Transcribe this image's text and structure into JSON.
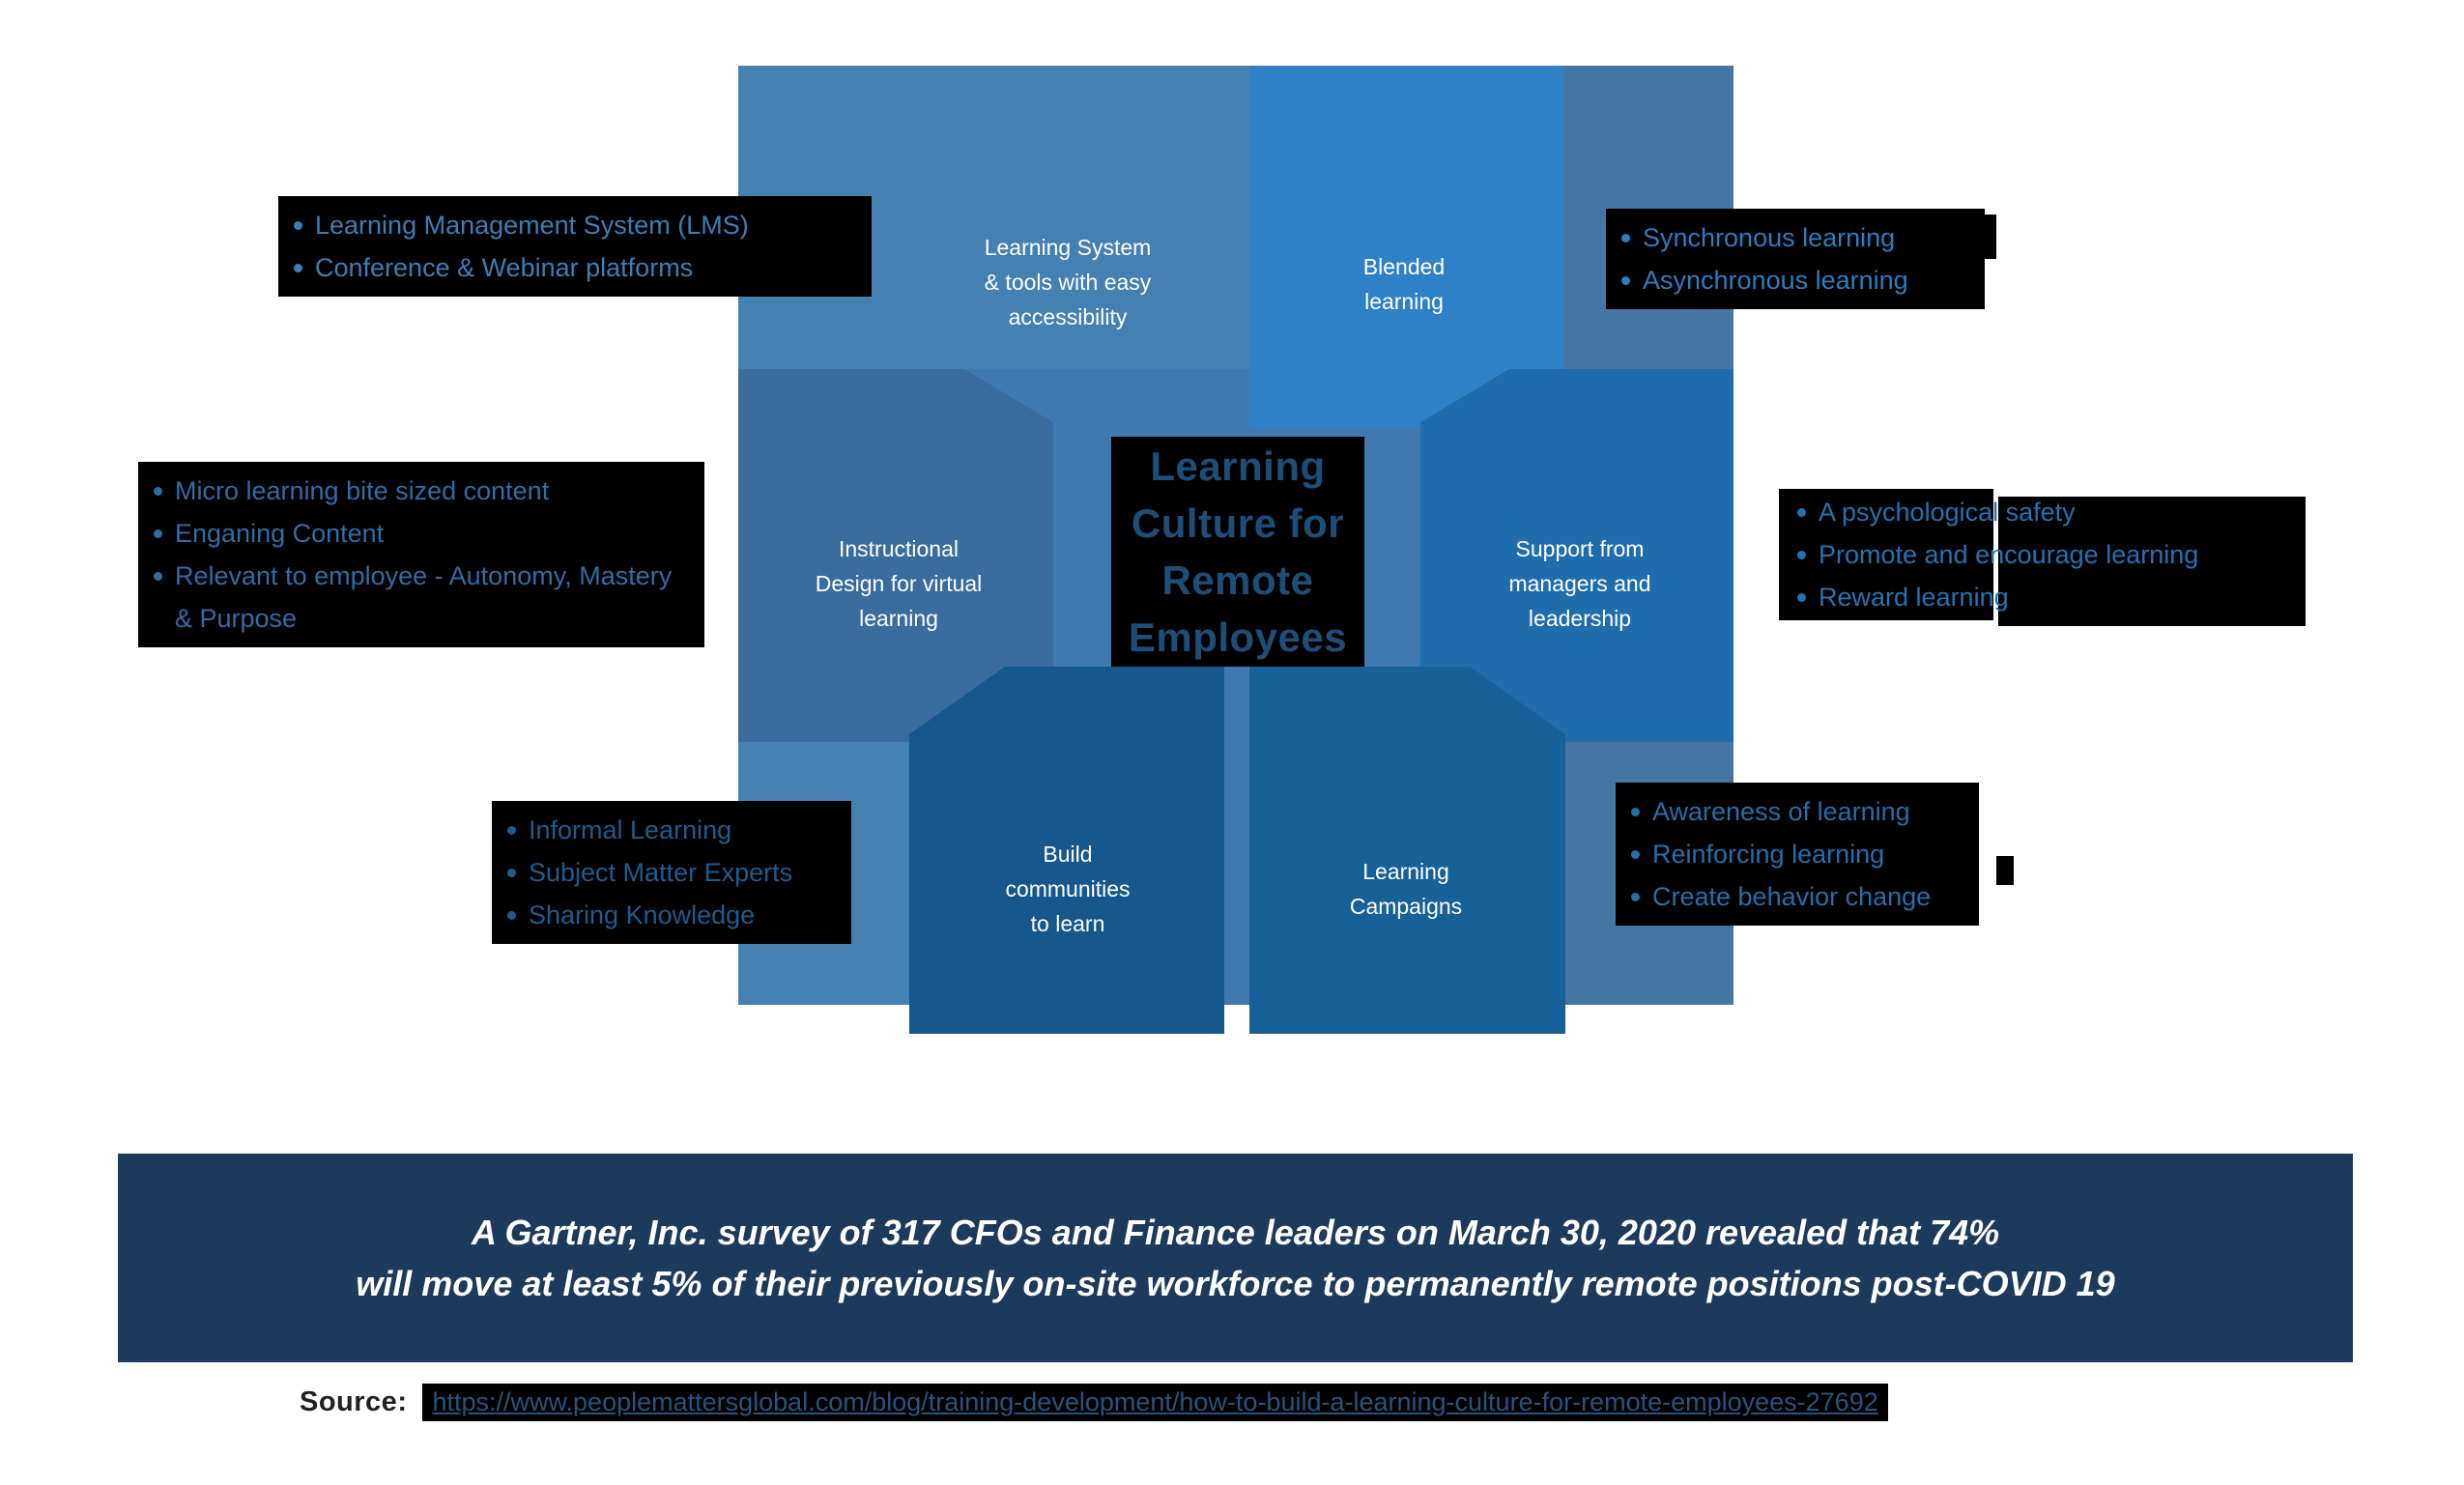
{
  "title": {
    "text": "Learning\nCulture for\nRemote\nEmployees"
  },
  "boxes": {
    "learning_system": {
      "label": "Learning System\n& tools with easy\naccessibility"
    },
    "blended": {
      "label": "Blended\nlearning"
    },
    "instructional": {
      "label": "Instructional\nDesign for virtual\nlearning"
    },
    "support": {
      "label": "Support from\nmanagers and\nleadership"
    },
    "build_communities": {
      "label": "Build\ncommunities\nto learn"
    },
    "campaigns": {
      "label": "Learning\nCampaigns"
    }
  },
  "callouts": {
    "top_left": {
      "items": [
        "Learning Management System (LMS)",
        "Conference & Webinar platforms"
      ]
    },
    "top_right": {
      "items": [
        "Synchronous learning",
        "Asynchronous learning"
      ]
    },
    "mid_left": {
      "items": [
        "Micro learning bite sized content",
        "Enganing Content",
        "Relevant to employee - Autonomy, Mastery & Purpose"
      ]
    },
    "mid_right": {
      "items": [
        "A psychological safety",
        "Promote and encourage learning",
        "Reward learning"
      ]
    },
    "bottom_left": {
      "items": [
        "Informal Learning",
        "Subject Matter Experts",
        "Sharing Knowledge"
      ]
    },
    "bottom_right": {
      "items": [
        "Awareness of learning",
        "Reinforcing learning",
        "Create behavior change"
      ]
    }
  },
  "banner": {
    "text": "A Gartner, Inc. survey of 317 CFOs and Finance leaders on March 30, 2020 revealed that 74%\nwill move at least 5% of their previously on-site workforce to permanently remote positions post-COVID 19"
  },
  "source": {
    "label": "Source:",
    "url": "https://www.peoplemattersglobal.com/blog/training-development/how-to-build-a-learning-culture-for-remote-employees-27692"
  },
  "colors": {
    "box_top_left": "#4580b2",
    "box_blended": "#2e81c6",
    "box_top_right_col": "#4576a3",
    "box_instructional": "#3a6d9e",
    "box_support": "#1f6dac",
    "box_build_communities": "#16578c",
    "box_campaigns": "#17619a",
    "box_backdrop": "#4079b0",
    "highlight_bg": "#000000",
    "title_text": "#1d4e79",
    "banner_bg": "#1b3a5c",
    "banner_text": "#ffffff",
    "callout_text_blue": "#2273b4"
  }
}
